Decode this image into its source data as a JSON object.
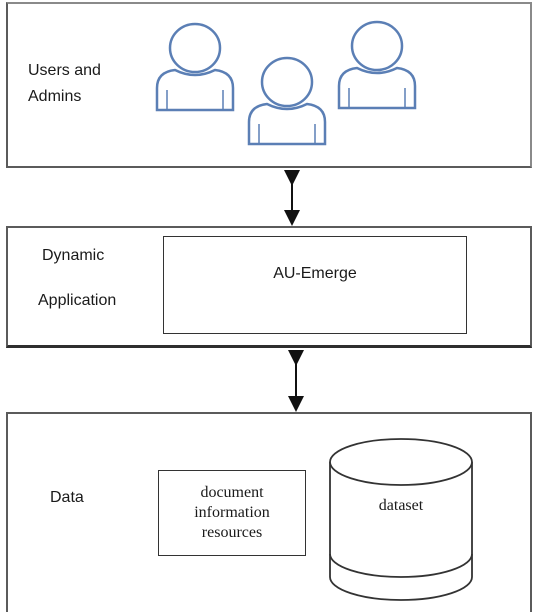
{
  "layers": {
    "users": {
      "label": "Users and\nAdmins"
    },
    "application": {
      "label_line1": "Dynamic",
      "label_line2": "Application",
      "component": "AU-Emerge"
    },
    "data": {
      "label": "Data",
      "doc_lines": [
        "document",
        "information",
        "resources"
      ],
      "dataset": "dataset"
    }
  },
  "colors": {
    "person_stroke": "#5b7fb5",
    "border": "#5b5b5b"
  },
  "icons": [
    "person-icon",
    "person-icon",
    "person-icon",
    "cylinder-icon",
    "double-arrow-icon"
  ]
}
